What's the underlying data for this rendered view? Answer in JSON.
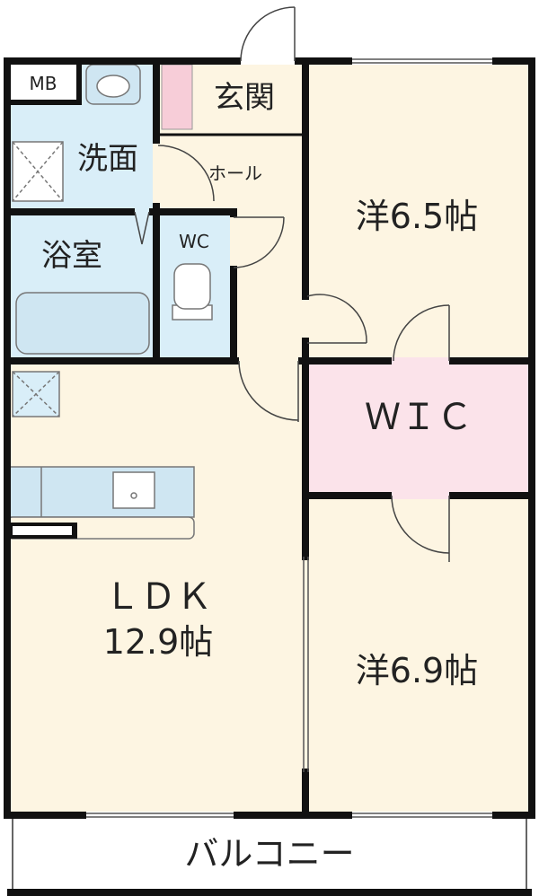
{
  "floorplan": {
    "mb": "MB",
    "genkan": "玄関",
    "senmen": "洗面",
    "hall": "ホール",
    "bath": "浴室",
    "wc": "WC",
    "western1": "洋6.5帖",
    "wic": "ＷＩＣ",
    "ldk": "ＬＤＫ",
    "ldk_size": "12.9帖",
    "western2": "洋6.9帖",
    "balcony": "バルコニー"
  },
  "colors": {
    "wall": "#111111",
    "floor_wood": "#fdf5e2",
    "wet_area": "#d9eef8",
    "closet": "#fbe3ea",
    "genkan_accent": "#f7cdd8",
    "fixture_fill": "#cfe6f2",
    "balcony": "#ffffff"
  }
}
